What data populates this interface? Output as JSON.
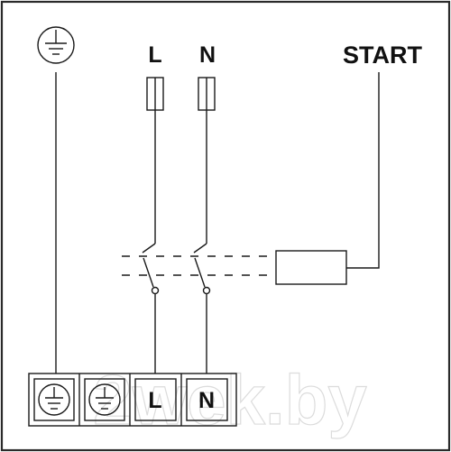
{
  "labels": {
    "phase": "L",
    "neutral": "N",
    "start": "START",
    "terminal_phase": "L",
    "terminal_neutral": "N"
  },
  "watermark": "2wek.by",
  "icons": {
    "ground_top": "ground-icon",
    "terminal_ground": "ground-icon"
  },
  "colors": {
    "line": "#1a1a1a",
    "background": "#ffffff"
  }
}
